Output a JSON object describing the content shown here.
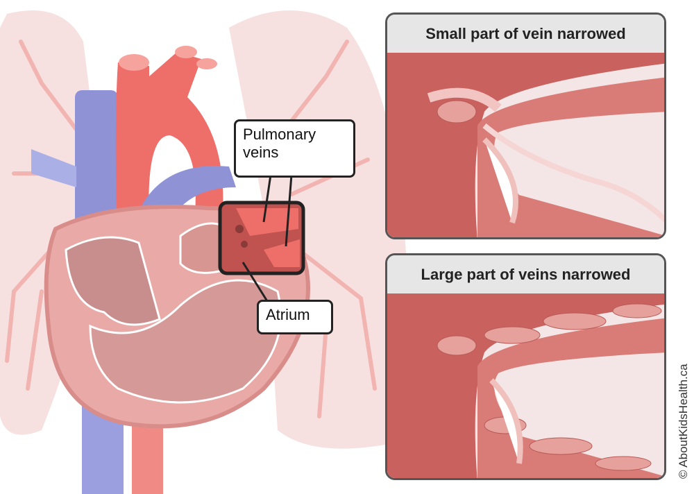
{
  "labels": {
    "pulmonary_veins": "Pulmonary veins",
    "atrium": "Atrium"
  },
  "panels": [
    {
      "title": "Small part of vein narrowed"
    },
    {
      "title": "Large part of veins narrowed"
    }
  ],
  "credit": "© AboutKidsHealth.ca",
  "colors": {
    "lung": "#f7dede",
    "heart": "#e9a9a6",
    "artery": "#ee6f6a",
    "vein": "#8f93d6",
    "vessel_wall": "#c4605c",
    "panel_header": "#e6e6e6"
  }
}
